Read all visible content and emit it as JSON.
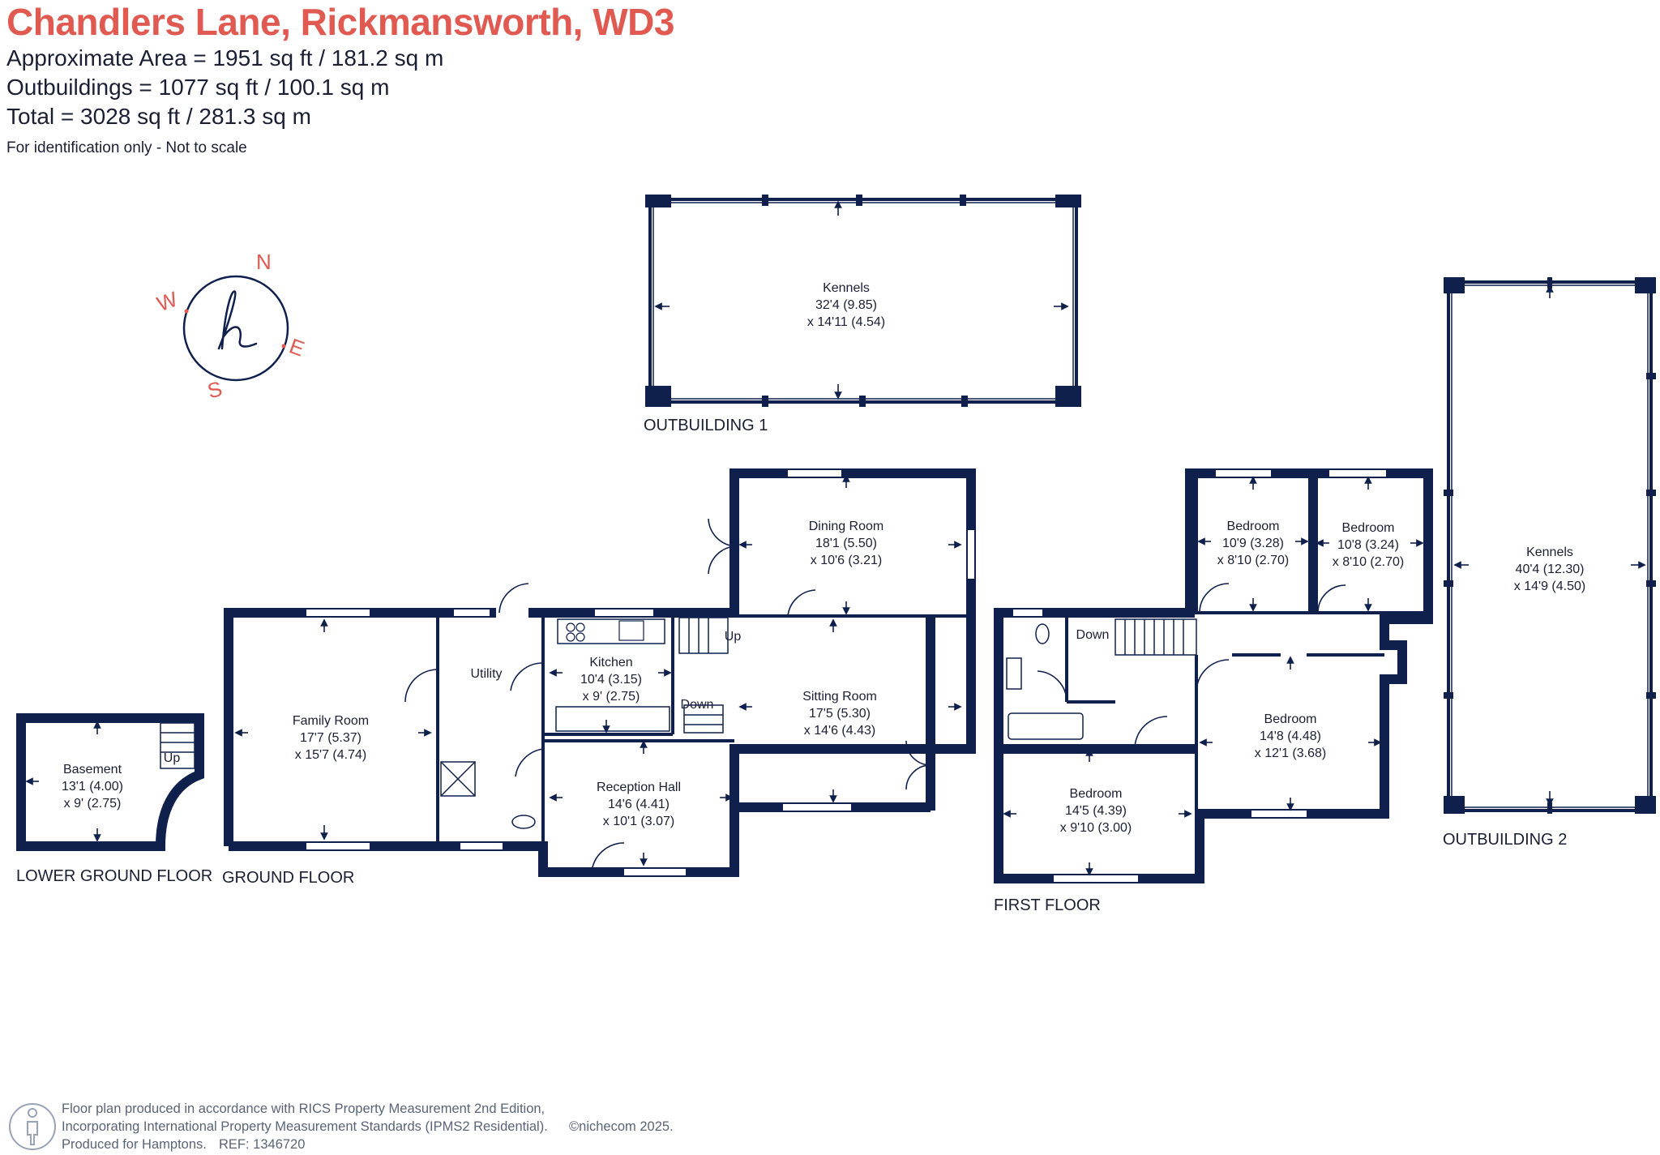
{
  "header": {
    "title": "Chandlers Lane, Rickmansworth, WD3",
    "area": "Approximate Area = 1951 sq ft / 181.2 sq m",
    "outbuildings": "Outbuildings = 1077 sq ft / 100.1 sq m",
    "total": "Total = 3028 sq ft / 281.3 sq m",
    "note": "For identification only - Not to scale"
  },
  "compass": {
    "n": "N",
    "e": "E",
    "s": "S",
    "w": "W",
    "logo": "h"
  },
  "floors": {
    "lower_ground": "LOWER GROUND FLOOR",
    "ground": "GROUND FLOOR",
    "first": "FIRST FLOOR",
    "outbuilding1": "OUTBUILDING 1",
    "outbuilding2": "OUTBUILDING 2"
  },
  "rooms": {
    "kennels1": {
      "name": "Kennels",
      "dim1": "32'4 (9.85)",
      "dim2": "x 14'11 (4.54)"
    },
    "kennels2": {
      "name": "Kennels",
      "dim1": "40'4 (12.30)",
      "dim2": "x 14'9 (4.50)"
    },
    "basement": {
      "name": "Basement",
      "dim1": "13'1 (4.00)",
      "dim2": "x 9' (2.75)"
    },
    "family": {
      "name": "Family Room",
      "dim1": "17'7 (5.37)",
      "dim2": "x 15'7 (4.74)"
    },
    "utility": {
      "name": "Utility"
    },
    "kitchen": {
      "name": "Kitchen",
      "dim1": "10'4 (3.15)",
      "dim2": "x 9' (2.75)"
    },
    "dining": {
      "name": "Dining Room",
      "dim1": "18'1 (5.50)",
      "dim2": "x 10'6 (3.21)"
    },
    "sitting": {
      "name": "Sitting Room",
      "dim1": "17'5 (5.30)",
      "dim2": "x 14'6 (4.43)"
    },
    "reception": {
      "name": "Reception Hall",
      "dim1": "14'6 (4.41)",
      "dim2": "x 10'1 (3.07)"
    },
    "bed1": {
      "name": "Bedroom",
      "dim1": "10'9 (3.28)",
      "dim2": "x 8'10 (2.70)"
    },
    "bed2": {
      "name": "Bedroom",
      "dim1": "10'8 (3.24)",
      "dim2": "x 8'10 (2.70)"
    },
    "bed3": {
      "name": "Bedroom",
      "dim1": "14'8 (4.48)",
      "dim2": "x 12'1 (3.68)"
    },
    "bed4": {
      "name": "Bedroom",
      "dim1": "14'5 (4.39)",
      "dim2": "x 9'10 (3.00)"
    }
  },
  "stairs": {
    "up": "Up",
    "down": "Down"
  },
  "footer": {
    "line1": "Floor plan produced in accordance with RICS Property Measurement 2nd Edition,",
    "line2": "Incorporating International Property Measurement Standards (IPMS2 Residential).",
    "brand": "©nichecom 2025.",
    "line3": "Produced for Hamptons.",
    "ref": "REF:  1346720"
  },
  "colors": {
    "title": "#e05a52",
    "wall": "#10204d",
    "text": "#1a1f33",
    "footer": "#5a6478"
  }
}
